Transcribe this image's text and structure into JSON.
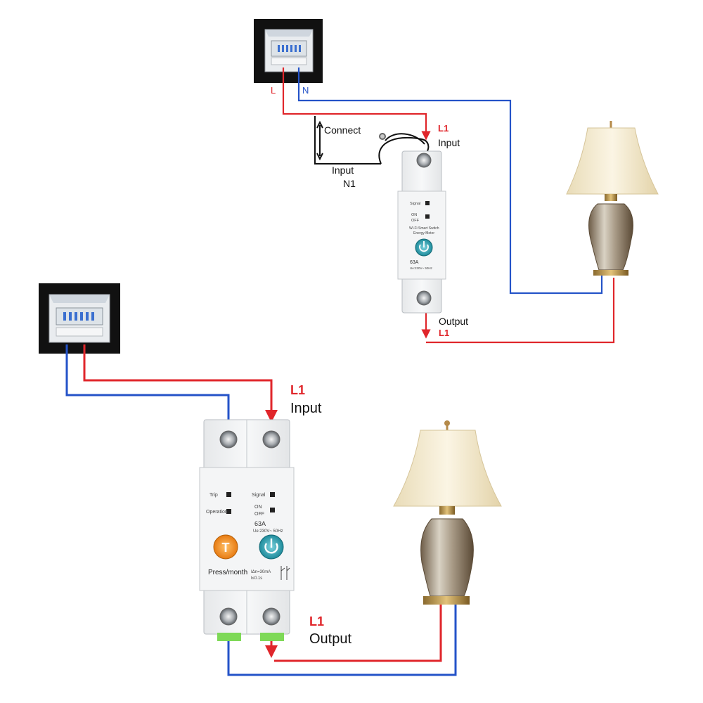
{
  "colors": {
    "live": "#e0262b",
    "neutral": "#2453c8",
    "cable": "#111111",
    "module_body": "#f2f3f4",
    "button_teal": "#2a9fb0",
    "button_orange": "#ef8a1f",
    "terminal_green": "#7ed957",
    "lamp_shade": "#f3ead2",
    "lamp_base": "#b58a4a"
  },
  "top_diagram": {
    "panel_L": "L",
    "panel_N": "N",
    "connect": "Connect",
    "input_n1_line1": "Input",
    "input_n1_line2": "N1",
    "l1_input_line1": "L1",
    "l1_input_line2": "Input",
    "output_line1": "Output",
    "output_line2": "L1",
    "module": {
      "signal": "Signal",
      "on": "ON",
      "off": "OFF",
      "name_line1": "Wi-Fi Smart Switch",
      "name_line2": "Energy Meter",
      "rating": "63A",
      "spec": "Ue:230V~ 50Hz"
    }
  },
  "bottom_diagram": {
    "l1_input_line1": "L1",
    "l1_input_line2": "Input",
    "l1_output_line1": "L1",
    "l1_output_line2": "Output",
    "module": {
      "trip": "Trip",
      "operation": "Operation",
      "test_button": "T",
      "press_month": "Press/month",
      "signal": "Signal",
      "on": "ON",
      "off": "OFF",
      "rating": "63A",
      "spec": "Ue:230V~ 50Hz",
      "rcd_spec1": "IΔn=30mA",
      "rcd_spec2": "t≤0.1s"
    }
  },
  "icons": [
    "breaker-panel-icon",
    "table-lamp-icon",
    "power-button-icon",
    "terminal-screw-icon"
  ]
}
